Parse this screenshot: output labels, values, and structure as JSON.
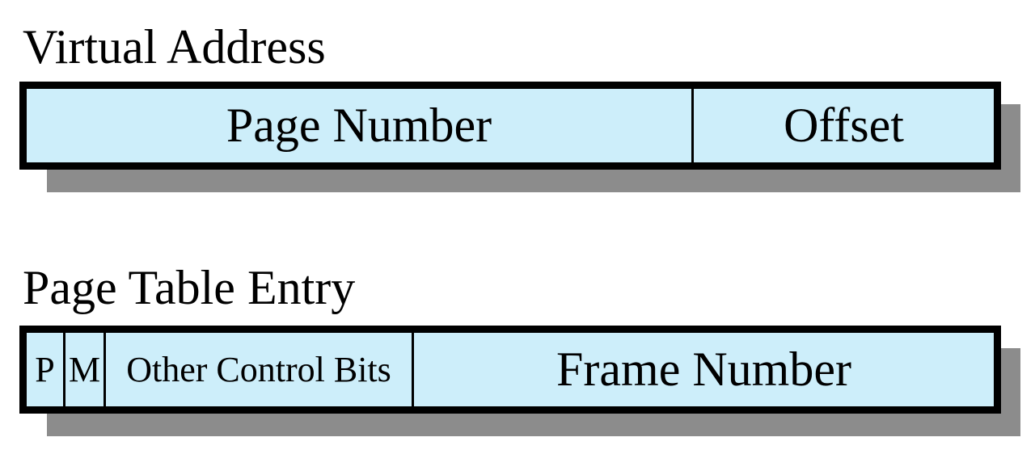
{
  "virtual_address": {
    "title": "Virtual Address",
    "fields": {
      "page_number": "Page Number",
      "offset": "Offset"
    }
  },
  "page_table_entry": {
    "title": "Page Table Entry",
    "fields": {
      "p": "P",
      "m": "M",
      "other_control_bits": "Other Control Bits",
      "frame_number": "Frame Number"
    }
  },
  "colors": {
    "field_fill": "#cdeefa",
    "border": "#000000",
    "shadow": "#8c8c8c"
  }
}
